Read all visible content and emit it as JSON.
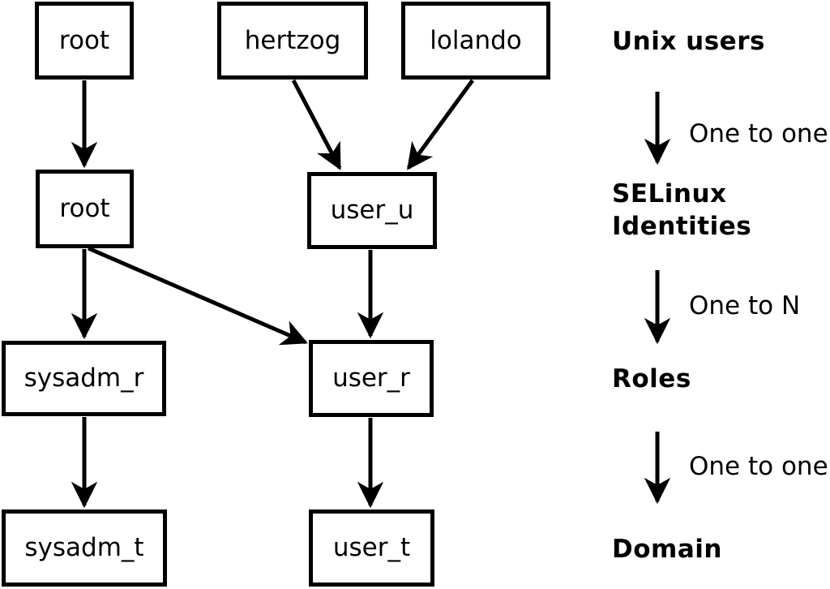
{
  "diagram": {
    "title_hint": "SELinux user/role/domain mapping",
    "unix_users": {
      "root": "root",
      "hertzog": "hertzog",
      "lolando": "lolando"
    },
    "selinux_identities": {
      "root": "root",
      "user_u": "user_u"
    },
    "roles": {
      "sysadm_r": "sysadm_r",
      "user_r": "user_r"
    },
    "domains": {
      "sysadm_t": "sysadm_t",
      "user_t": "user_t"
    },
    "edges": [
      {
        "from": "root (unix user)",
        "to": "root (selinux identity)"
      },
      {
        "from": "hertzog",
        "to": "user_u"
      },
      {
        "from": "lolando",
        "to": "user_u"
      },
      {
        "from": "root (selinux identity)",
        "to": "sysadm_r"
      },
      {
        "from": "root (selinux identity)",
        "to": "user_r"
      },
      {
        "from": "user_u",
        "to": "user_r"
      },
      {
        "from": "sysadm_r",
        "to": "sysadm_t"
      },
      {
        "from": "user_r",
        "to": "user_t"
      }
    ]
  },
  "legend": {
    "unix_users": "Unix users",
    "mapping1": "One to one",
    "selinux_identities": "SELinux\nIdentities",
    "mapping2": "One to N",
    "roles": "Roles",
    "mapping3": "One to one",
    "domain": "Domain"
  },
  "colors": {
    "line": "#000000",
    "text": "#000000",
    "box_fill": "#ffffff",
    "background": "#ffffff"
  }
}
